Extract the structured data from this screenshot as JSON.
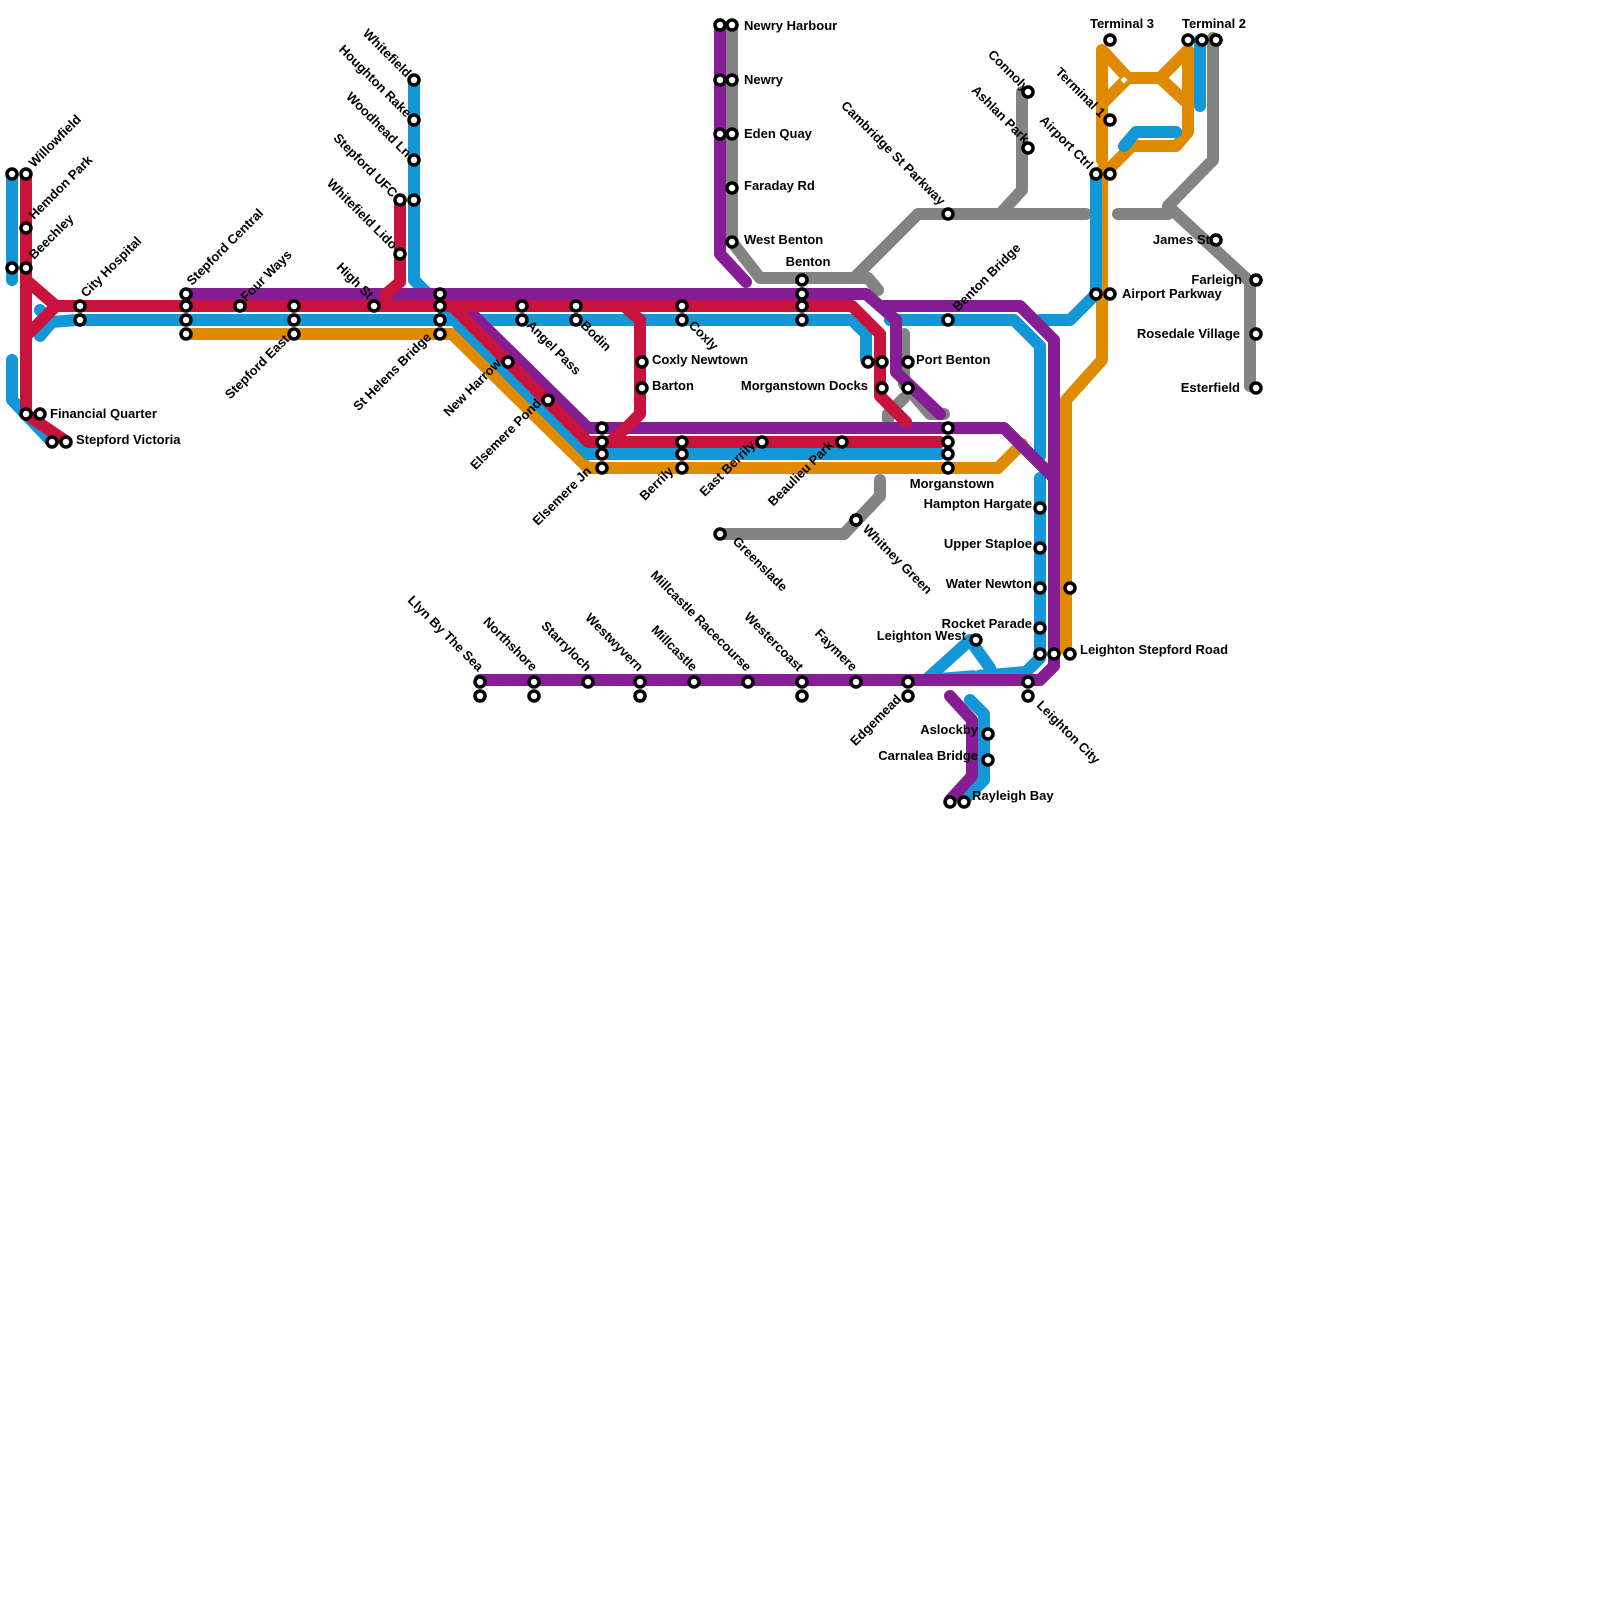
{
  "line_colors": {
    "red": "#C8133C",
    "blue": "#1497D6",
    "orange": "#E08A00",
    "purple": "#851E95",
    "grey": "#838383"
  },
  "stations": {
    "willowfield": "Willowfield",
    "hemdon_park": "Hemdon Park",
    "beechley": "Beechley",
    "city_hospital": "City Hospital",
    "financial_quarter": "Financial Quarter",
    "stepford_victoria": "Stepford Victoria",
    "stepford_central": "Stepford Central",
    "four_ways": "Four Ways",
    "stepford_east": "Stepford East",
    "high_st": "High St",
    "whitefield": "Whitefield",
    "houghton_rake": "Houghton Rake",
    "woodhead_ln": "Woodhead Ln",
    "stepford_ufc": "Stepford UFC",
    "whitefield_lido": "Whitefield Lido",
    "st_helens_bridge": "St Helens Bridge",
    "new_harrow": "New Harrow",
    "elsemere_pond": "Elsemere Pond",
    "elsemere_jn": "Elsemere Jn",
    "angel_pass": "Angel Pass",
    "bodin": "Bodin",
    "coxly": "Coxly",
    "coxly_newtown": "Coxly Newtown",
    "barton": "Barton",
    "berrily": "Berrily",
    "east_berrily": "East Berrily",
    "beaulieu_park": "Beaulieu Park",
    "newry_harbour": "Newry Harbour",
    "newry": "Newry",
    "eden_quay": "Eden Quay",
    "faraday_rd": "Faraday Rd",
    "west_benton": "West Benton",
    "benton": "Benton",
    "port_benton": "Port Benton",
    "morganstown_docks": "Morganstown Docks",
    "morganstown": "Morganstown",
    "benton_bridge": "Benton Bridge",
    "cambridge_st_parkway": "Cambridge St Parkway",
    "connoly": "Connoly",
    "ashlan_park": "Ashlan Park",
    "airport_ctrl": "Airport Ctrl",
    "terminal_1": "Terminal 1",
    "terminal_2": "Terminal 2",
    "terminal_3": "Terminal 3",
    "airport_parkway": "Airport Parkway",
    "james_st": "James St",
    "farleigh": "Farleigh",
    "rosedale_village": "Rosedale Village",
    "esterfield": "Esterfield",
    "greenslade": "Greenslade",
    "whitney_green": "Whitney Green",
    "hampton_hargate": "Hampton Hargate",
    "upper_staploe": "Upper Staploe",
    "water_newton": "Water Newton",
    "rocket_parade": "Rocket Parade",
    "leighton_west": "Leighton West",
    "leighton_stepford_road": "Leighton Stepford Road",
    "leighton_city": "Leighton City",
    "edgemead": "Edgemead",
    "aslockby": "Aslockby",
    "carnalea_bridge": "Carnalea Bridge",
    "rayleigh_bay": "Rayleigh Bay",
    "llyn_by_the_sea": "Llyn By The Sea",
    "northshore": "Northshore",
    "starryloch": "Starryloch",
    "westwyvern": "Westwyvern",
    "millcastle": "Millcastle",
    "millcastle_racecourse": "Millcastle Racecourse",
    "westercoast": "Westercoast",
    "faymere": "Faymere"
  }
}
